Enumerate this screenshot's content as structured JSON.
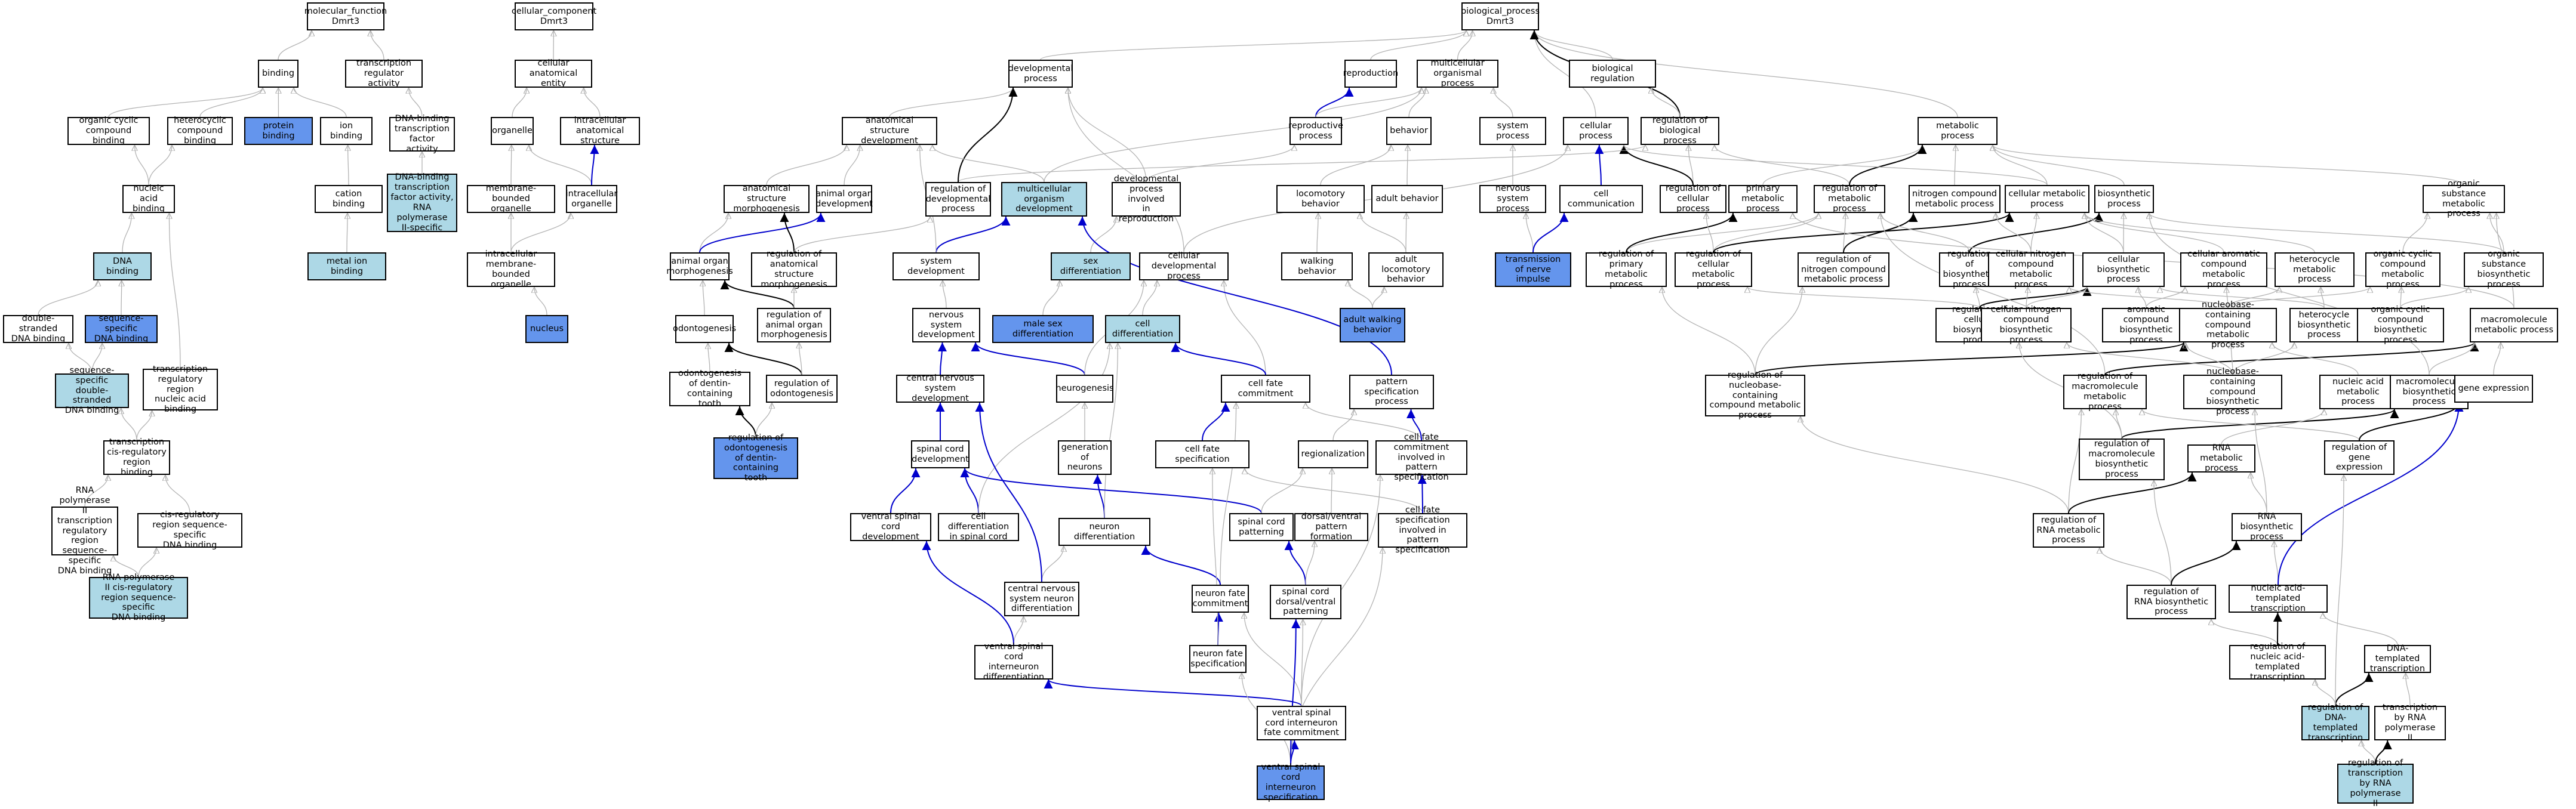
{
  "colors": {
    "plain": "#ffffff",
    "annotated": "#add8e6",
    "query": "#6495ed",
    "edge_gray": "#b3b3b3",
    "edge_black": "#000000",
    "edge_blue": "#0000cc"
  },
  "nodes": {
    "mf": {
      "label": "molecular_function\nDmrt3",
      "style": 0
    },
    "cc": {
      "label": "cellular_component\nDmrt3",
      "style": 0
    },
    "bp": {
      "label": "biological_process\nDmrt3",
      "style": 0
    },
    "binding": {
      "label": "binding",
      "style": 0
    },
    "trreg": {
      "label": "transcription\nregulator activity",
      "style": 0
    },
    "cae": {
      "label": "cellular anatomical\nentity",
      "style": 0
    },
    "devproc": {
      "label": "developmental\nprocess",
      "style": 0
    },
    "repro": {
      "label": "reproduction",
      "style": 0
    },
    "mop": {
      "label": "multicellular\norganismal process",
      "style": 0
    },
    "bioreg": {
      "label": "biological regulation",
      "style": 0
    },
    "orgcyc": {
      "label": "organic cyclic\ncompound binding",
      "style": 0
    },
    "hetcyc": {
      "label": "heterocyclic\ncompound binding",
      "style": 0
    },
    "protbind": {
      "label": "protein binding",
      "style": 2
    },
    "ionbind": {
      "label": "ion binding",
      "style": 0
    },
    "dbtfa": {
      "label": "DNA-binding\ntranscription\nfactor activity",
      "style": 0
    },
    "organelle": {
      "label": "organelle",
      "style": 0
    },
    "intraanat": {
      "label": "intracellular\nanatomical structure",
      "style": 0
    },
    "asd": {
      "label": "anatomical structure\ndevelopment",
      "style": 0
    },
    "reprop": {
      "label": "reproductive\nprocess",
      "style": 0
    },
    "behavior": {
      "label": "behavior",
      "style": 0
    },
    "sysproc": {
      "label": "system process",
      "style": 0
    },
    "cellproc": {
      "label": "cellular process",
      "style": 0
    },
    "regbio": {
      "label": "regulation of\nbiological process",
      "style": 0
    },
    "metproc": {
      "label": "metabolic process",
      "style": 0
    },
    "nucacid": {
      "label": "nucleic acid\nbinding",
      "style": 0
    },
    "cationbind": {
      "label": "cation binding",
      "style": 0
    },
    "dbtfa2": {
      "label": "DNA-binding\ntranscription\nfactor activity,\nRNA polymerase\nII-specific",
      "style": 1
    },
    "mbo": {
      "label": "membrane-bounded\norganelle",
      "style": 0
    },
    "intraorg": {
      "label": "intracellular\norganelle",
      "style": 0
    },
    "asm": {
      "label": "anatomical structure\nmorphogenesis",
      "style": 0
    },
    "aod": {
      "label": "animal organ\ndevelopment",
      "style": 0
    },
    "regdev": {
      "label": "regulation of\ndevelopmental\nprocess",
      "style": 0
    },
    "mcod": {
      "label": "multicellular\norganism development",
      "style": 1
    },
    "devrepro": {
      "label": "developmental\nprocess involved\nin reproduction",
      "style": 0
    },
    "locobeh": {
      "label": "locomotory behavior",
      "style": 0
    },
    "adultbeh": {
      "label": "adult behavior",
      "style": 0
    },
    "nsp": {
      "label": "nervous system\nprocess",
      "style": 0
    },
    "cellcomm": {
      "label": "cell communication",
      "style": 0
    },
    "regcell": {
      "label": "regulation of\ncellular process",
      "style": 0
    },
    "primmet": {
      "label": "primary metabolic\nprocess",
      "style": 0
    },
    "regmet": {
      "label": "regulation of\nmetabolic process",
      "style": 0
    },
    "ncmp": {
      "label": "nitrogen compound\nmetabolic process",
      "style": 0
    },
    "cellmet": {
      "label": "cellular metabolic\nprocess",
      "style": 0
    },
    "biosyn": {
      "label": "biosynthetic\nprocess",
      "style": 0
    },
    "osmp": {
      "label": "organic substance\nmetabolic process",
      "style": 0
    },
    "dnabind": {
      "label": "DNA binding",
      "style": 1
    },
    "metalion": {
      "label": "metal ion binding",
      "style": 1
    },
    "imbo": {
      "label": "intracellular\nmembrane-bounded\norganelle",
      "style": 0
    },
    "aom": {
      "label": "animal organ\nmorphogenesis",
      "style": 0
    },
    "regasm": {
      "label": "regulation of\nanatomical structure\nmorphogenesis",
      "style": 0
    },
    "sysdev": {
      "label": "system development",
      "style": 0
    },
    "sexdiff": {
      "label": "sex differentiation",
      "style": 1
    },
    "celldevp": {
      "label": "cellular developmental\nprocess",
      "style": 0
    },
    "walkbeh": {
      "label": "walking behavior",
      "style": 0
    },
    "adultloco": {
      "label": "adult locomotory\nbehavior",
      "style": 0
    },
    "tni": {
      "label": "transmission\nof nerve impulse",
      "style": 2
    },
    "regpmp": {
      "label": "regulation of\nprimary metabolic\nprocess",
      "style": 0
    },
    "regcmp": {
      "label": "regulation of\ncellular metabolic\nprocess",
      "style": 0
    },
    "regncmp": {
      "label": "regulation of\nnitrogen compound\nmetabolic process",
      "style": 0
    },
    "regbiosyn": {
      "label": "regulation of\nbiosynthetic\nprocess",
      "style": 0
    },
    "cncmp": {
      "label": "cellular nitrogen\ncompound metabolic\nprocess",
      "style": 0
    },
    "cellbiosyn": {
      "label": "cellular biosynthetic\nprocess",
      "style": 0
    },
    "cacmp": {
      "label": "cellular aromatic\ncompound metabolic\nprocess",
      "style": 0
    },
    "hetmet": {
      "label": "heterocycle\nmetabolic process",
      "style": 0
    },
    "occmp": {
      "label": "organic cyclic\ncompound metabolic\nprocess",
      "style": 0
    },
    "osbp": {
      "label": "organic substance\nbiosynthetic\nprocess",
      "style": 0
    },
    "dsdna": {
      "label": "double-stranded\nDNA binding",
      "style": 0
    },
    "ssdna": {
      "label": "sequence-specific\nDNA binding",
      "style": 2
    },
    "nucleus": {
      "label": "nucleus",
      "style": 2
    },
    "odonto": {
      "label": "odontogenesis",
      "style": 0
    },
    "regaom": {
      "label": "regulation of\nanimal organ\nmorphogenesis",
      "style": 0
    },
    "nsd": {
      "label": "nervous system\ndevelopment",
      "style": 0
    },
    "mso": {
      "label": "male sex differentiation",
      "style": 2
    },
    "celldiff": {
      "label": "cell differentiation",
      "style": 1
    },
    "adultwalk": {
      "label": "adult walking\nbehavior",
      "style": 2
    },
    "regcbp": {
      "label": "regulation of\ncellular biosynthetic\nprocess",
      "style": 0
    },
    "cncbp": {
      "label": "cellular nitrogen\ncompound biosynthetic\nprocess",
      "style": 0
    },
    "acbp": {
      "label": "aromatic compound\nbiosynthetic\nprocess",
      "style": 0
    },
    "nbcmp": {
      "label": "nucleobase-containing\ncompound metabolic\nprocess",
      "style": 0
    },
    "hetbiosyn": {
      "label": "heterocycle\nbiosynthetic\nprocess",
      "style": 0
    },
    "occbp": {
      "label": "organic cyclic\ncompound biosynthetic\nprocess",
      "style": 0
    },
    "macromet": {
      "label": "macromolecule\nmetabolic process",
      "style": 0
    },
    "ssdsdna": {
      "label": "sequence-specific\ndouble-stranded\nDNA binding",
      "style": 1
    },
    "trrnab": {
      "label": "transcription\nregulatory region\nnucleic acid\nbinding",
      "style": 0
    },
    "odontodct": {
      "label": "odontogenesis\nof dentin-containing\ntooth",
      "style": 0
    },
    "regodonto": {
      "label": "regulation of\nodontogenesis",
      "style": 0
    },
    "cnsd": {
      "label": "central nervous\nsystem development",
      "style": 0
    },
    "neurogen": {
      "label": "neurogenesis",
      "style": 0
    },
    "cfc": {
      "label": "cell fate commitment",
      "style": 0
    },
    "patspec": {
      "label": "pattern specification\nprocess",
      "style": 0
    },
    "regnbcmp": {
      "label": "regulation of\nnucleobase-containing\ncompound metabolic\nprocess",
      "style": 0
    },
    "regmacro": {
      "label": "regulation of\nmacromolecule\nmetabolic process",
      "style": 0
    },
    "nbcbp": {
      "label": "nucleobase-containing\ncompound biosynthetic\nprocess",
      "style": 0
    },
    "nucmet": {
      "label": "nucleic acid\nmetabolic process",
      "style": 0
    },
    "macrobiosyn": {
      "label": "macromolecule\nbiosynthetic\nprocess",
      "style": 0
    },
    "geneexp": {
      "label": "gene expression",
      "style": 0
    },
    "trcrb": {
      "label": "transcription\ncis-regulatory\nregion binding",
      "style": 0
    },
    "regodontodct": {
      "label": "regulation of\nodontogenesis\nof dentin-containing\ntooth",
      "style": 2
    },
    "scd": {
      "label": "spinal cord\ndevelopment",
      "style": 0
    },
    "genneur": {
      "label": "generation of\nneurons",
      "style": 0
    },
    "cfspec": {
      "label": "cell fate specification",
      "style": 0
    },
    "regional": {
      "label": "regionalization",
      "style": 0
    },
    "cfcps": {
      "label": "cell fate commitment\ninvolved in\npattern specification",
      "style": 0
    },
    "regmacrobiosyn": {
      "label": "regulation of\nmacromolecule\nbiosynthetic\nprocess",
      "style": 0
    },
    "rnamet": {
      "label": "RNA metabolic\nprocess",
      "style": 0
    },
    "reggeneexp": {
      "label": "regulation of\ngene expression",
      "style": 0
    },
    "rnapol2": {
      "label": "RNA polymerase\nII transcription\nregulatory region\nsequence-specific\nDNA binding",
      "style": 0
    },
    "crrssdna": {
      "label": "cis-regulatory\nregion sequence-specific\nDNA binding",
      "style": 0
    },
    "vscd": {
      "label": "ventral spinal\ncord development",
      "style": 0
    },
    "cdsc": {
      "label": "cell differentiation\nin spinal cord",
      "style": 0
    },
    "neurdiff": {
      "label": "neuron differentiation",
      "style": 0
    },
    "scpat": {
      "label": "spinal cord\npatterning",
      "style": 0
    },
    "dvpat": {
      "label": "dorsal/ventral\npattern formation",
      "style": 0
    },
    "cfsps": {
      "label": "cell fate specification\ninvolved in\npattern specification",
      "style": 0
    },
    "regrnamet": {
      "label": "regulation of\nRNA metabolic\nprocess",
      "style": 0
    },
    "rnabiosyn": {
      "label": "RNA biosynthetic\nprocess",
      "style": 0
    },
    "rnapol2cis": {
      "label": "RNA polymerase\nII cis-regulatory\nregion sequence-specific\nDNA binding",
      "style": 1
    },
    "cnsnd": {
      "label": "central nervous\nsystem neuron\ndifferentiation",
      "style": 0
    },
    "nfc": {
      "label": "neuron fate\ncommitment",
      "style": 0
    },
    "scdvp": {
      "label": "spinal cord\ndorsal/ventral\npatterning",
      "style": 0
    },
    "regrnabiosyn": {
      "label": "regulation of\nRNA biosynthetic\nprocess",
      "style": 0
    },
    "natt": {
      "label": "nucleic acid-templated\ntranscription",
      "style": 0
    },
    "vscid": {
      "label": "ventral spinal\ncord interneuron\ndifferentiation",
      "style": 0
    },
    "nfs": {
      "label": "neuron fate\nspecification",
      "style": 0
    },
    "regnatt": {
      "label": "regulation of\nnucleic acid-templated\ntranscription",
      "style": 0
    },
    "dtt": {
      "label": "DNA-templated\ntranscription",
      "style": 0
    },
    "vscifc": {
      "label": "ventral spinal\ncord interneuron\nfate commitment",
      "style": 0
    },
    "regdtt": {
      "label": "regulation of\nDNA-templated\ntranscription",
      "style": 1
    },
    "trp2": {
      "label": "transcription\nby RNA polymerase\nII",
      "style": 0
    },
    "vscis": {
      "label": "ventral spinal\ncord interneuron\nspecification",
      "style": 2
    },
    "regtrp2": {
      "label": "regulation of\ntranscription\nby RNA polymerase\nII",
      "style": 1
    }
  }
}
